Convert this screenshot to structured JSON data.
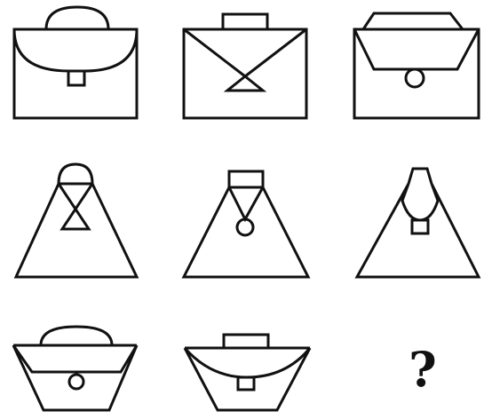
{
  "puzzle": {
    "answer_placeholder": "?",
    "stroke_color": "#111111",
    "background_color": "#ffffff",
    "rows": [
      {
        "cells": [
          {
            "icon": "rect-bag-round-handle-flap-rect-clasp"
          },
          {
            "icon": "rect-bag-rect-handle-envelope-triangle-clasp"
          },
          {
            "icon": "rect-bag-hex-handle-flap-circle-clasp"
          }
        ]
      },
      {
        "cells": [
          {
            "icon": "triangle-bag-round-handle-bowtie-clasp"
          },
          {
            "icon": "triangle-bag-rect-handle-circle-clasp"
          },
          {
            "icon": "triangle-bag-hex-handle-rect-clasp"
          }
        ]
      },
      {
        "cells": [
          {
            "icon": "trapezoid-bag-round-handle-flap-circle-clasp"
          },
          {
            "icon": "trapezoid-bag-rect-handle-flap-rect-clasp"
          },
          {
            "icon": "missing-answer"
          }
        ]
      }
    ]
  }
}
